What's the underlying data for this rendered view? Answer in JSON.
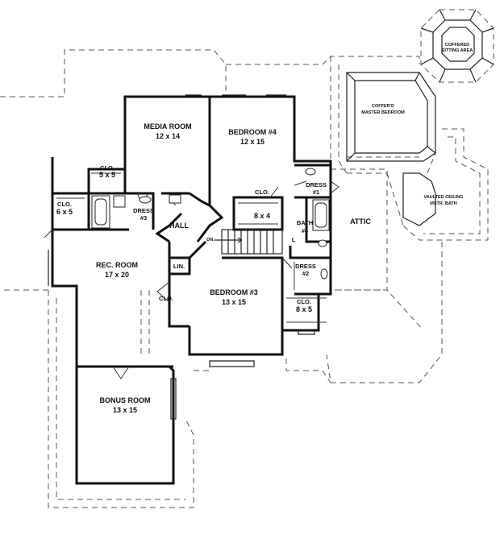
{
  "rooms": {
    "media_room": {
      "name": "MEDIA ROOM",
      "size": "12 x 14"
    },
    "bedroom_4": {
      "name": "BEDROOM #4",
      "size": "12 x 15"
    },
    "clo_5x5": {
      "name": "CLO.",
      "size": "5 x 5"
    },
    "clo_6x5": {
      "name": "CLO.",
      "size": "6 x 5"
    },
    "dress_3": {
      "name": "DRESS",
      "num": "#3"
    },
    "hall": {
      "name": "HALL"
    },
    "dn": {
      "name": "DN."
    },
    "clo_8x4": {
      "name": "CLO.",
      "size": "8 x 4"
    },
    "dress_1": {
      "name": "DRESS",
      "num": "#1"
    },
    "bath_4": {
      "name": "BATH",
      "num": "#4"
    },
    "l": {
      "name": "L"
    },
    "attic": {
      "name": "ATTIC"
    },
    "rec_room": {
      "name": "REC. ROOM",
      "size": "17 x 20"
    },
    "lin": {
      "name": "LIN."
    },
    "dress_2": {
      "name": "DRESS",
      "num": "#2"
    },
    "clo_side": {
      "name": "CLO."
    },
    "bedroom_3": {
      "name": "BEDROOM #3",
      "size": "13 x 15"
    },
    "clo_8x5": {
      "name": "CLO.",
      "size": "8 x 5"
    },
    "bonus_room": {
      "name": "BONUS ROOM",
      "size": "13 x 15"
    },
    "coffered_sitting": {
      "line1": "COFFERED",
      "line2": "SITTING AREA"
    },
    "coffered_master": {
      "line1": "COFFER'D",
      "line2": "MASTER BEDROOM"
    },
    "vaulted_bath": {
      "line1": "VAULTED CEILING",
      "line2": "MSTR. BATH"
    }
  }
}
